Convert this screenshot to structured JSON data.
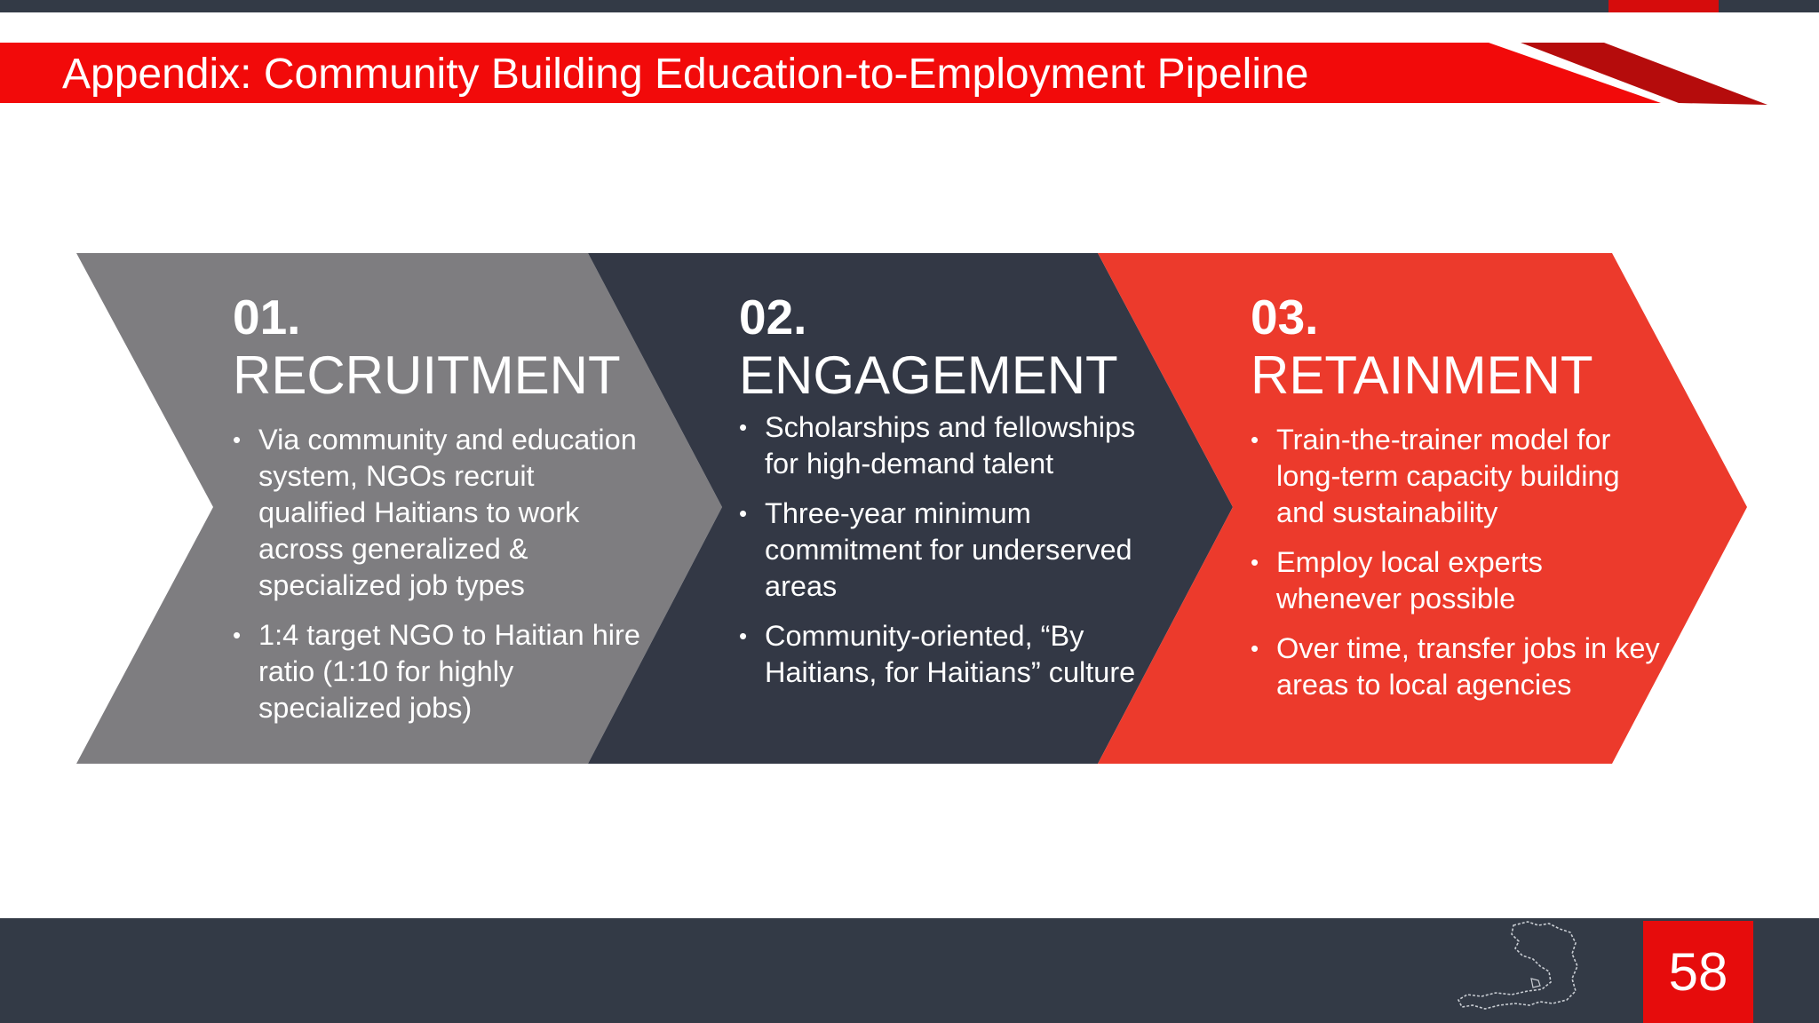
{
  "header": {
    "title": "Appendix: Community Building Education-to-Employment Pipeline"
  },
  "colors": {
    "banner_red": "#f20a0a",
    "banner_dark_red": "#b50c0c",
    "chevron_gray": "#7e7d80",
    "chevron_dark": "#333845",
    "chevron_red": "#ec3a2c",
    "footer_dark": "#333a46",
    "page_box_red": "#e60c0c"
  },
  "steps": [
    {
      "number": "01.",
      "name": "RECRUITMENT",
      "bullets": [
        "Via community and education system, NGOs recruit qualified Haitians to work across generalized & specialized job types",
        "1:4 target NGO to Haitian hire ratio (1:10 for highly specialized jobs)"
      ]
    },
    {
      "number": "02.",
      "name": "ENGAGEMENT",
      "bullets": [
        "Scholarships and fellowships for high-demand talent",
        "Three-year minimum commitment for underserved areas",
        "Community-oriented, “By Haitians, for Haitians” culture"
      ]
    },
    {
      "number": "03.",
      "name": "RETAINMENT",
      "bullets": [
        "Train-the-trainer  model for long-term capacity building and sustainability",
        "Employ local experts whenever possible",
        "Over time, transfer jobs in key areas to local agencies"
      ]
    }
  ],
  "bullet_symbol": "•",
  "footer": {
    "page_number": "58",
    "map_icon": "haiti-map-outline-icon"
  }
}
